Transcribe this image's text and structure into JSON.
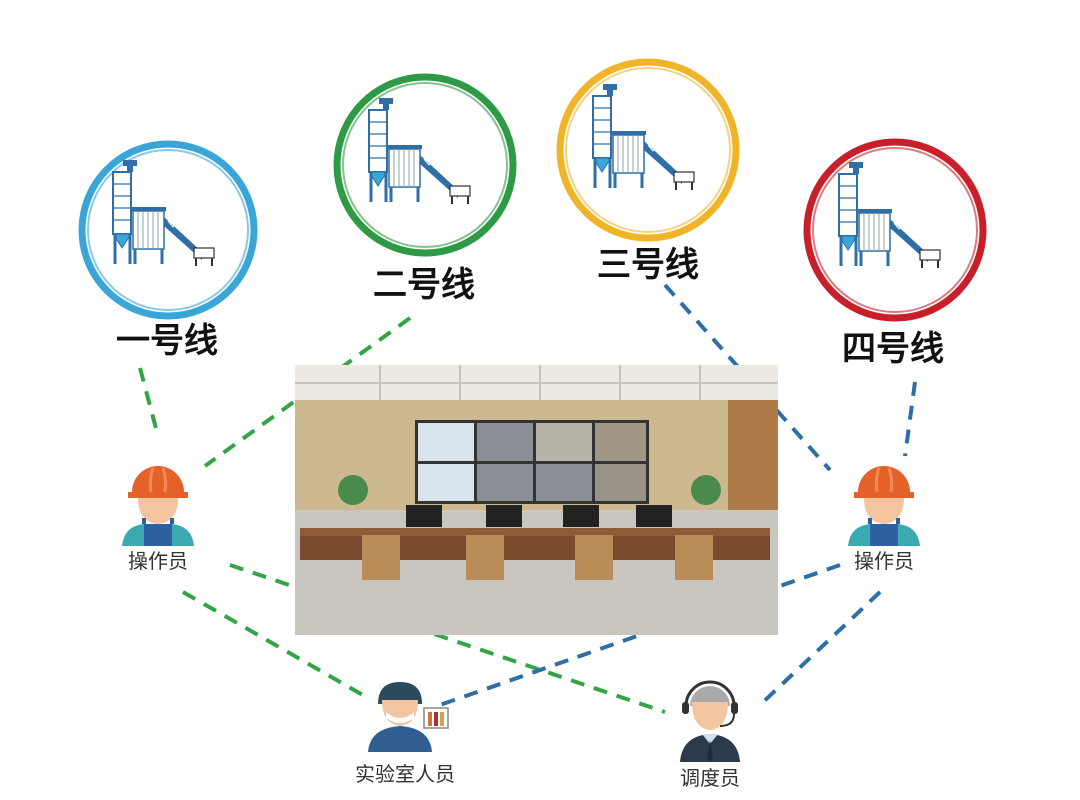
{
  "lines": [
    {
      "label": "一号线",
      "color": "#3aa6d8"
    },
    {
      "label": "二号线",
      "color": "#2e9a45"
    },
    {
      "label": "三号线",
      "color": "#f0b428"
    },
    {
      "label": "四号线",
      "color": "#c8202a"
    }
  ],
  "people": {
    "operator_left": "操作员",
    "operator_right": "操作员",
    "lab": "实验室人员",
    "dispatcher": "调度员"
  },
  "connector_colors": {
    "green": "#34a547",
    "blue": "#2d6ea6"
  }
}
